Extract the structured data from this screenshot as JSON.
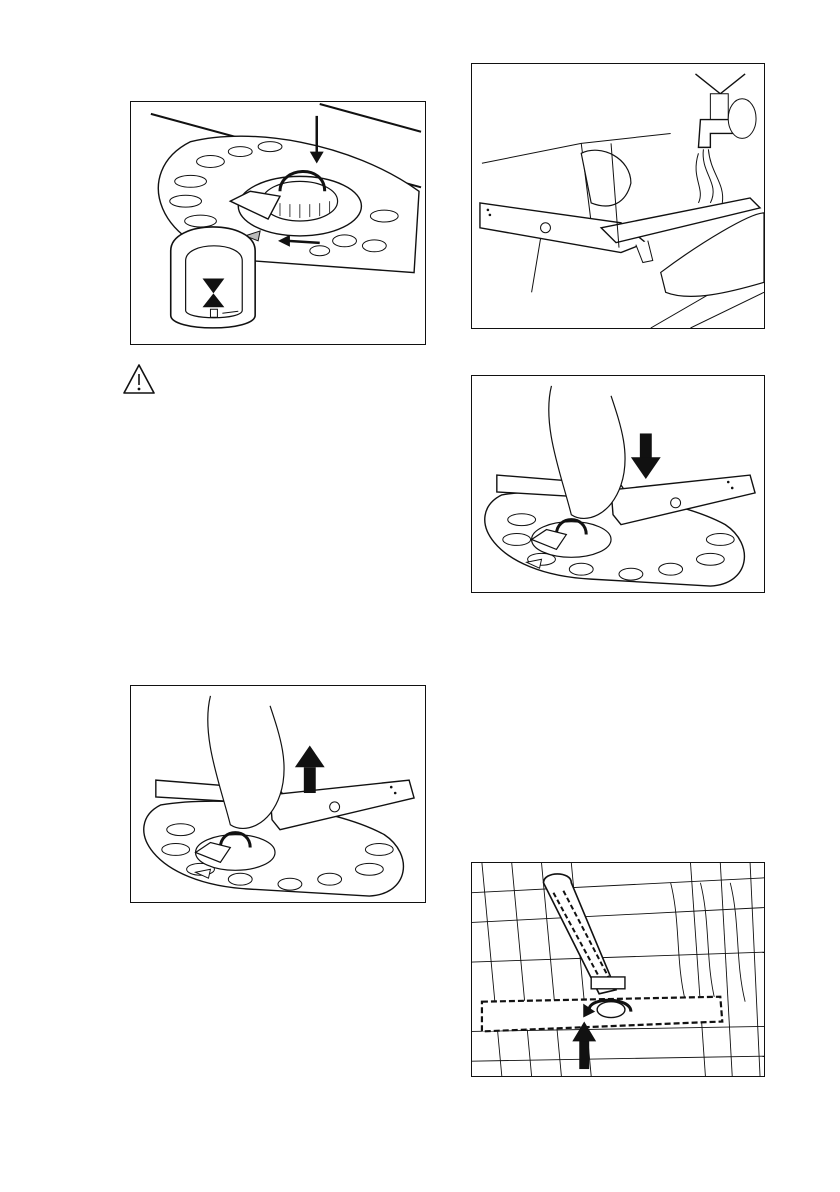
{
  "page": {
    "description_free": true
  },
  "figures": {
    "filter_lock": {
      "name": "filter-lock-illustration"
    },
    "arm_clean": {
      "name": "spray-arm-cleaning-illustration"
    },
    "arm_insert": {
      "name": "spray-arm-install-illustration"
    },
    "arm_remove": {
      "name": "spray-arm-remove-illustration"
    },
    "upper_arm": {
      "name": "upper-spray-arm-illustration"
    }
  },
  "icons": {
    "warning": "warning-triangle-icon"
  },
  "footer": {
    "cropped_text": ""
  }
}
